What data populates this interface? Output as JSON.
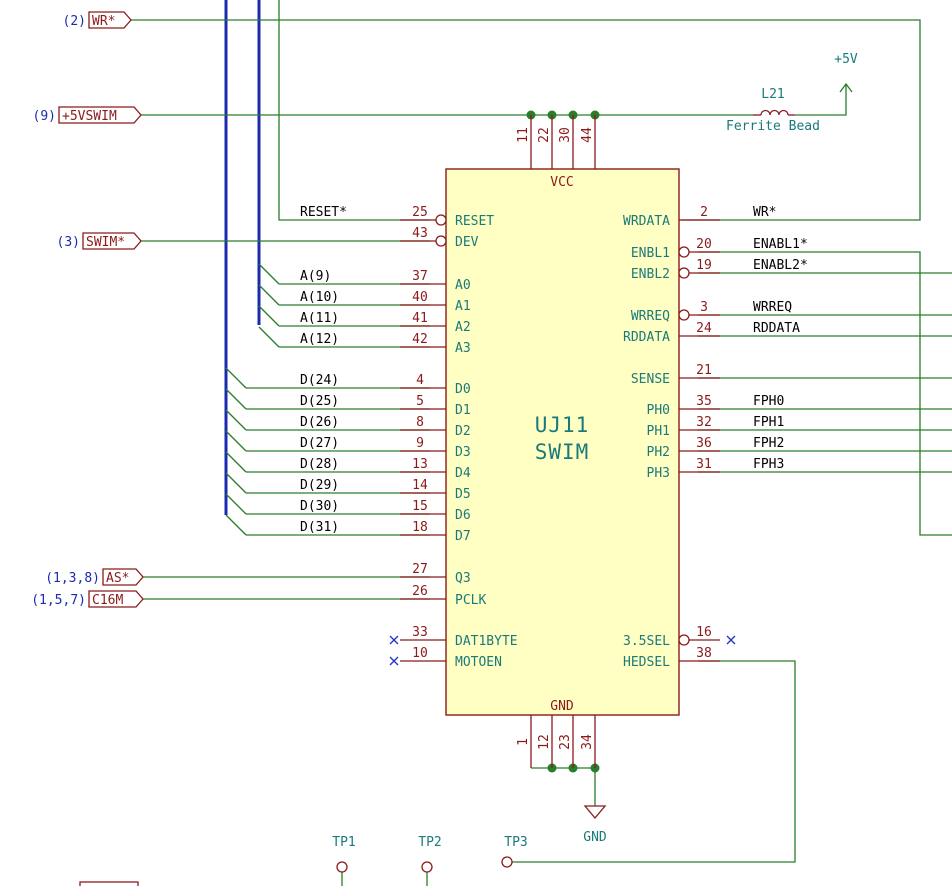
{
  "component": {
    "ref": "UJ11",
    "value": "SWIM",
    "power_labels": {
      "top": "VCC",
      "bottom": "GND"
    },
    "left_pins": [
      {
        "num": "25",
        "name": "RESET"
      },
      {
        "num": "43",
        "name": "DEV"
      },
      {
        "num": "37",
        "name": "A0"
      },
      {
        "num": "40",
        "name": "A1"
      },
      {
        "num": "41",
        "name": "A2"
      },
      {
        "num": "42",
        "name": "A3"
      },
      {
        "num": "4",
        "name": "D0"
      },
      {
        "num": "5",
        "name": "D1"
      },
      {
        "num": "8",
        "name": "D2"
      },
      {
        "num": "9",
        "name": "D3"
      },
      {
        "num": "13",
        "name": "D4"
      },
      {
        "num": "14",
        "name": "D5"
      },
      {
        "num": "15",
        "name": "D6"
      },
      {
        "num": "18",
        "name": "D7"
      },
      {
        "num": "27",
        "name": "Q3"
      },
      {
        "num": "26",
        "name": "PCLK"
      },
      {
        "num": "33",
        "name": "DAT1BYTE"
      },
      {
        "num": "10",
        "name": "MOTOEN"
      }
    ],
    "right_pins": [
      {
        "num": "2",
        "name": "WRDATA"
      },
      {
        "num": "20",
        "name": "ENBL1"
      },
      {
        "num": "19",
        "name": "ENBL2"
      },
      {
        "num": "3",
        "name": "WRREQ"
      },
      {
        "num": "24",
        "name": "RDDATA"
      },
      {
        "num": "21",
        "name": "SENSE"
      },
      {
        "num": "35",
        "name": "PH0"
      },
      {
        "num": "32",
        "name": "PH1"
      },
      {
        "num": "36",
        "name": "PH2"
      },
      {
        "num": "31",
        "name": "PH3"
      },
      {
        "num": "16",
        "name": "3.5SEL"
      },
      {
        "num": "38",
        "name": "HEDSEL"
      }
    ],
    "top_pins": [
      "11",
      "22",
      "30",
      "44"
    ],
    "bottom_pins": [
      "1",
      "12",
      "23",
      "34"
    ]
  },
  "net_labels": {
    "left": [
      "RESET*",
      "",
      "A(9)",
      "A(10)",
      "A(11)",
      "A(12)",
      "D(24)",
      "D(25)",
      "D(26)",
      "D(27)",
      "D(28)",
      "D(29)",
      "D(30)",
      "D(31)"
    ],
    "right": [
      "WR*",
      "ENABL1*",
      "ENABL2*",
      "WRREQ",
      "RDDATA",
      "",
      "FPH0",
      "FPH1",
      "FPH2",
      "FPH3"
    ]
  },
  "global_labels": [
    {
      "name": "WR*",
      "ref": "(2)"
    },
    {
      "name": "+5VSWIM",
      "ref": "(9)"
    },
    {
      "name": "SWIM*",
      "ref": "(3)"
    },
    {
      "name": "AS*",
      "ref": "(1,3,8)"
    },
    {
      "name": "C16M",
      "ref": "(1,5,7)"
    }
  ],
  "inductor": {
    "ref": "L21",
    "value": "Ferrite Bead"
  },
  "power": {
    "supply": "+5V",
    "ground": "GND"
  },
  "test_points": [
    "TP1",
    "TP2",
    "TP3"
  ],
  "colors": {
    "wire": "#2a7d2a",
    "bus": "#1a2bb0",
    "pin": "#8b1a1a",
    "component_fill": "#ffffc4",
    "pin_name": "#1a7a7a"
  }
}
